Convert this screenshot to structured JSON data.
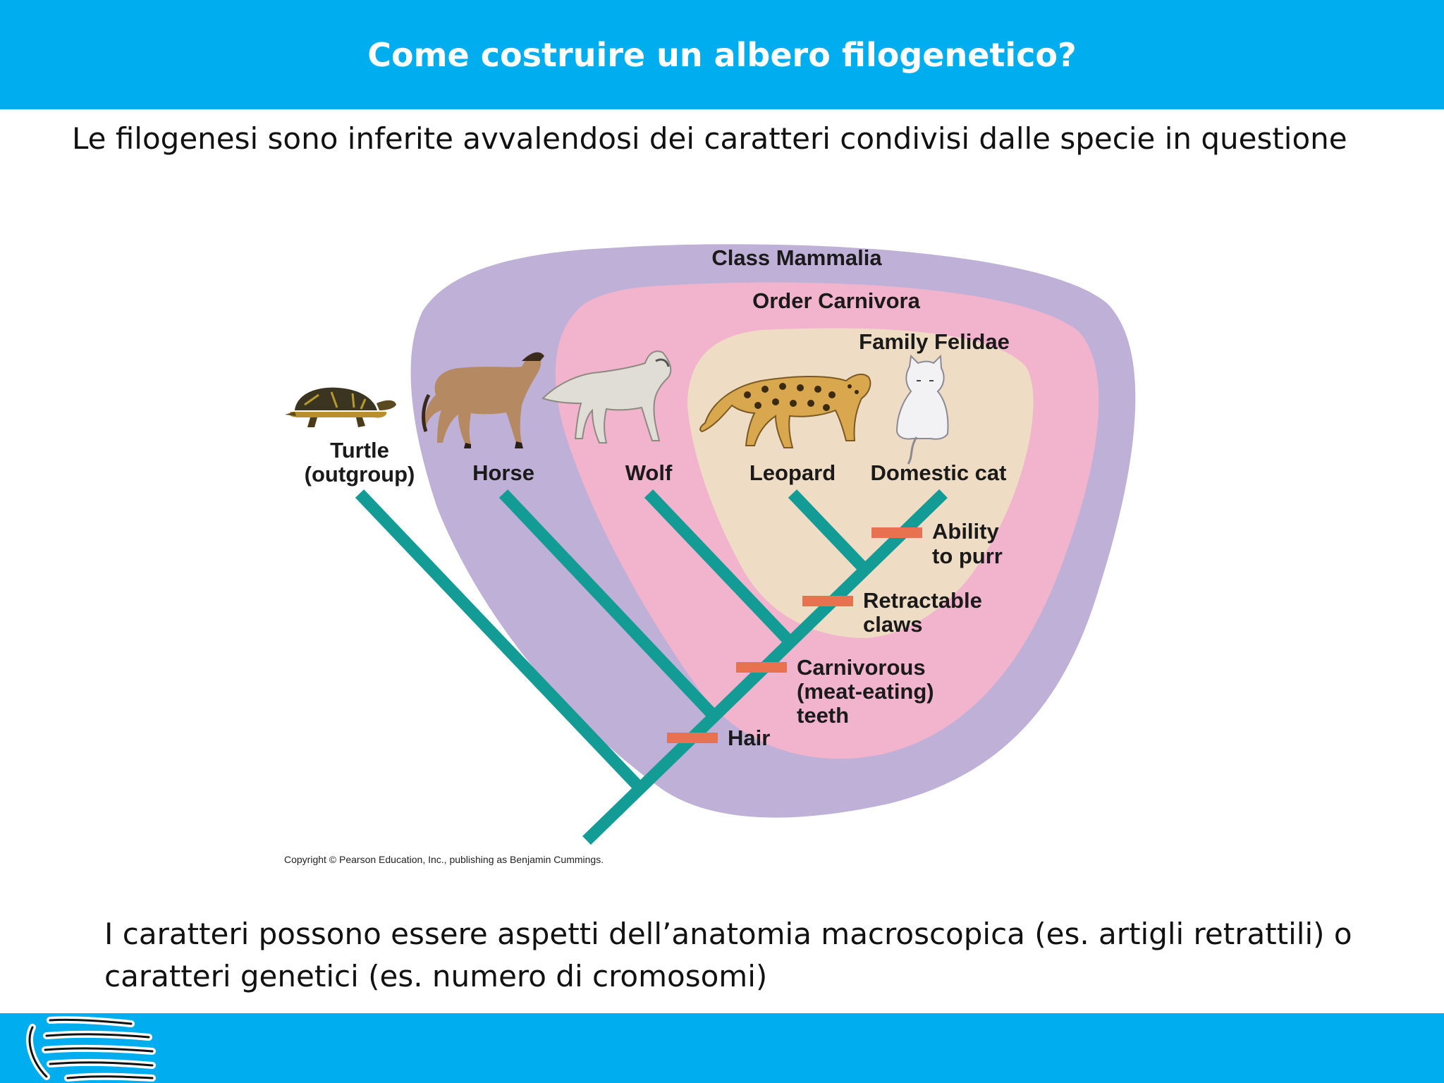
{
  "slide": {
    "title": "Come costruire un albero filogenetico?",
    "subtitle": "Le filogenesi sono inferite avvalendosi dei caratteri condivisi dalle specie in questione",
    "caption": "I caratteri possono essere aspetti dell’anatomia macroscopica (es. artigli retrattili) o caratteri genetici (es. numero di cromosomi)"
  },
  "diagram": {
    "groups": {
      "mammalia": "Class Mammalia",
      "carnivora": "Order Carnivora",
      "felidae": "Family Felidae"
    },
    "taxa": {
      "turtle_line1": "Turtle",
      "turtle_line2": "(outgroup)",
      "horse": "Horse",
      "wolf": "Wolf",
      "leopard": "Leopard",
      "cat": "Domestic cat"
    },
    "characters": {
      "purr_line1": "Ability",
      "purr_line2": "to purr",
      "claws_line1": "Retractable",
      "claws_line2": "claws",
      "teeth_line1": "Carnivorous",
      "teeth_line2": "(meat-eating)",
      "teeth_line3": "teeth",
      "hair": "Hair"
    },
    "copyright": "Copyright © Pearson Education, Inc., publishing as Benjamin Cummings.",
    "colors": {
      "mammalia": "#bfb0d8",
      "carnivora": "#f2b3cc",
      "felidae": "#efdcc4",
      "branch": "#139c96",
      "character_bar": "#e8714f",
      "bar": "#00aeef"
    }
  }
}
